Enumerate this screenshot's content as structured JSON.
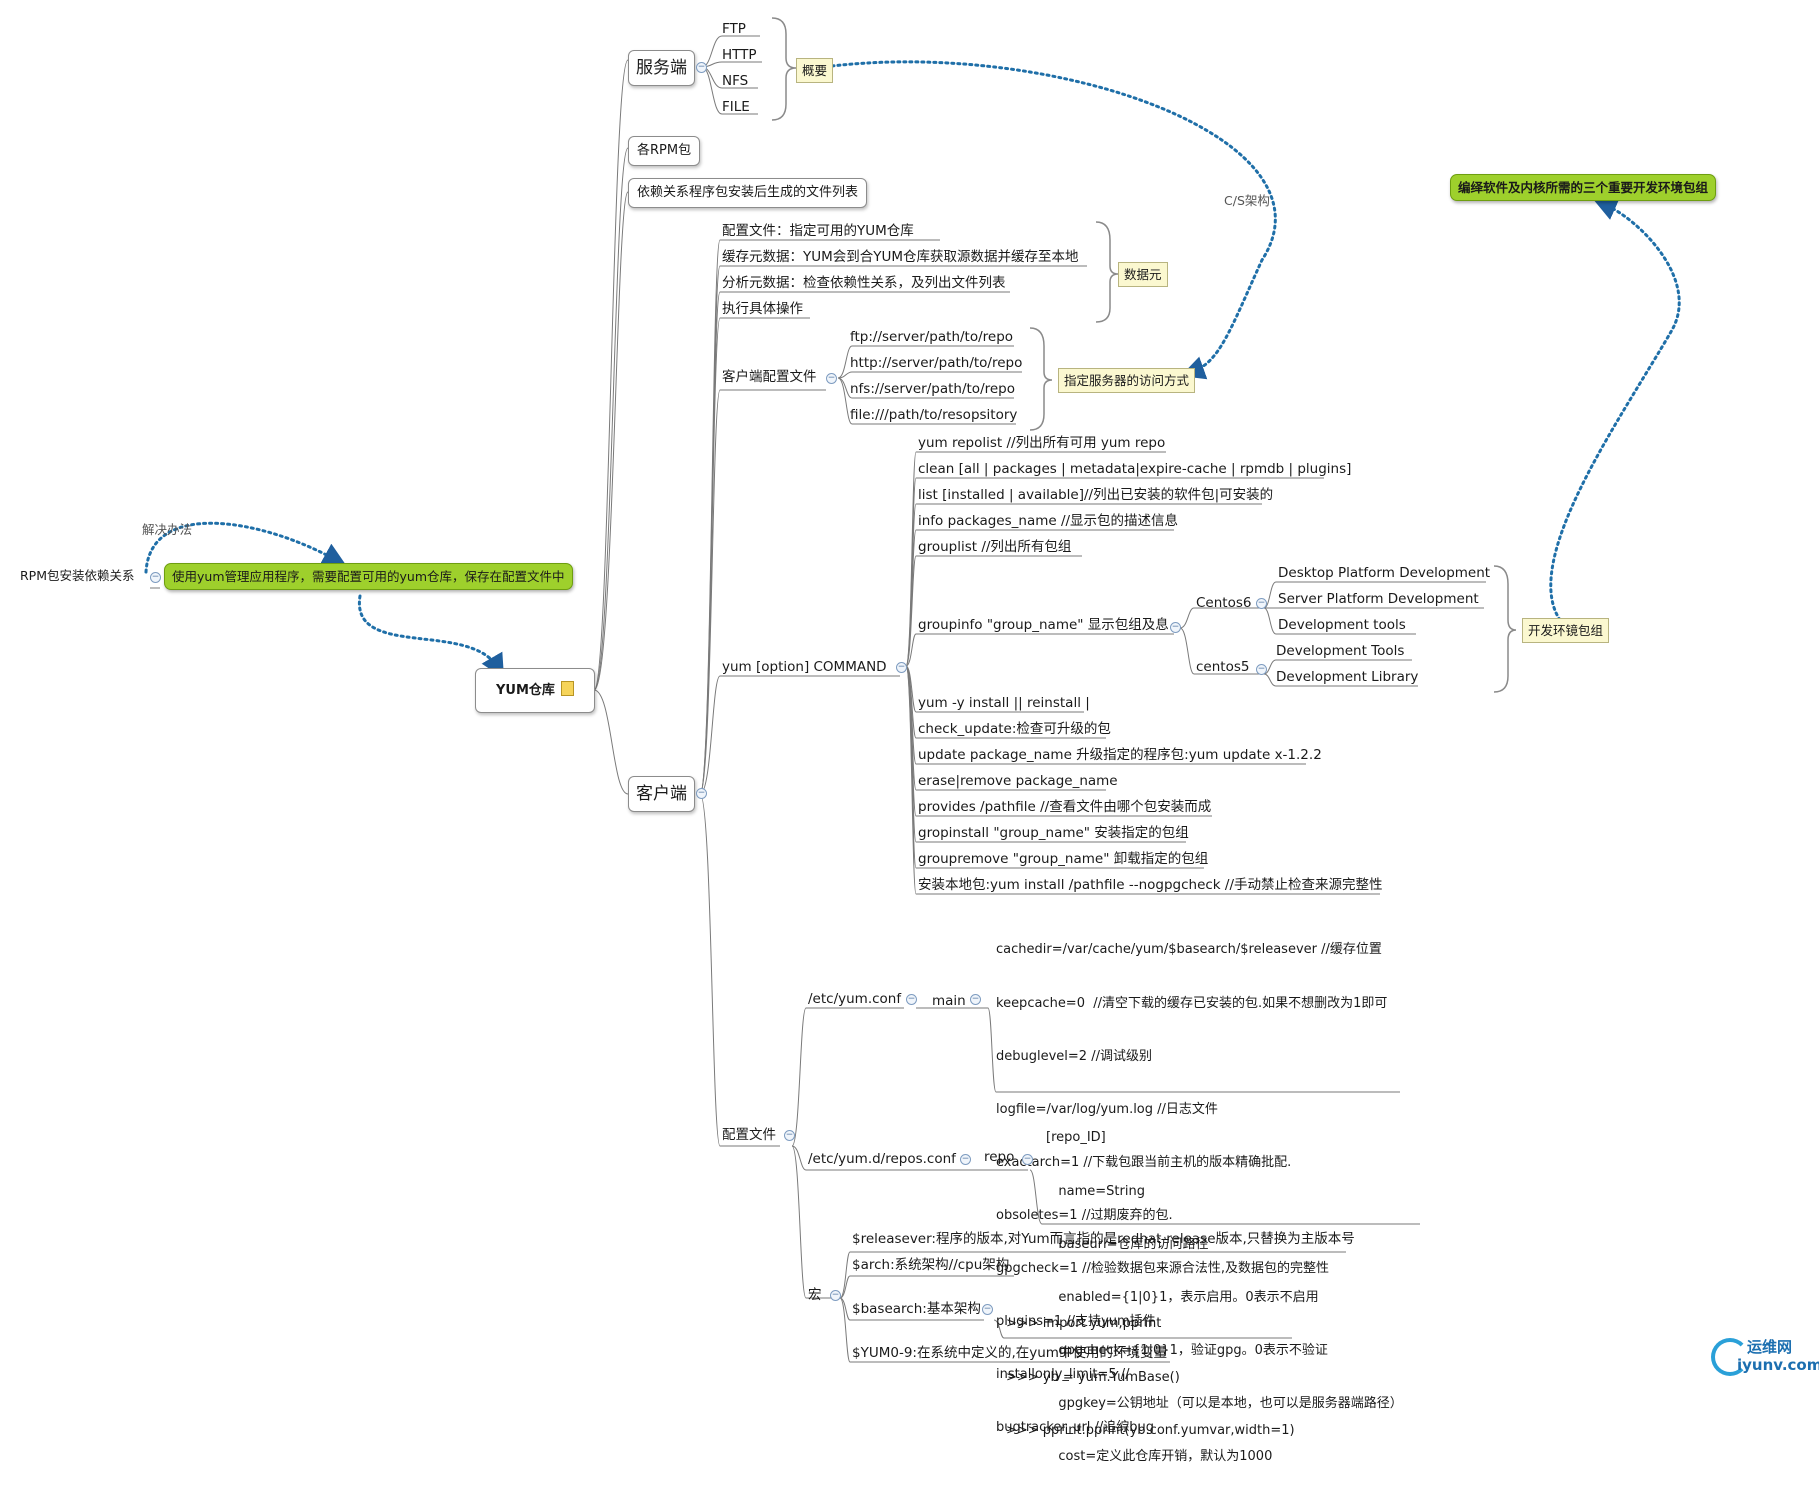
{
  "root": {
    "label": "YUM仓库"
  },
  "problem": {
    "label": "RPM包安装依赖关系",
    "solution_caption": "解决办法",
    "solution": "使用yum管理应用程序，需要配置可用的yum仓库，保存在配置文件中"
  },
  "server": {
    "label": "服务端",
    "protocols": [
      "FTP",
      "HTTP",
      "NFS",
      "FILE"
    ],
    "summary": "概要",
    "cs_caption": "C/S架构"
  },
  "rpm_packages": {
    "label": "各RPM包"
  },
  "file_list": {
    "label": "依赖关系程序包安装后生成的文件列表"
  },
  "client": {
    "label": "客户端",
    "metadata_items": [
      "配置文件：指定可用的YUM仓库",
      "缓存元数据：YUM会到合YUM仓库获取源数据并缓存至本地",
      "分析元数据：检查依赖性关系，及列出文件列表",
      "执行具体操作"
    ],
    "metadata_summary": "数据元",
    "client_config": {
      "label": "客户端配置文件",
      "urls": [
        "ftp://server/path/to/repo",
        "http://server/path/to/repo",
        "nfs://server/path/to/repo",
        "file:///path/to/resopsitory"
      ],
      "summary": "指定服务器的访问方式"
    },
    "command": {
      "label": "yum [option] COMMAND",
      "items": [
        "yum repolist //列出所有可用 yum repo",
        "clean [all | packages | metadata|expire-cache | rpmdb | plugins]",
        "list [installed | available]//列出已安装的软件包|可安装的",
        "info packages_name //显示包的描述信息",
        "grouplist  //列出所有包组",
        "groupinfo \"group_name\" 显示包组及息",
        "yum -y install  || reinstall |",
        "check_update:检查可升级的包",
        "update package_name 升级指定的程序包:yum update x-1.2.2",
        "erase|remove package_name",
        "provides /pathfile //查看文件由哪个包安装而成",
        "gropinstall \"group_name\" 安装指定的包组",
        "groupremove \"group_name\" 卸载指定的包组",
        "安装本地包:yum install /pathfile --nogpgcheck //手动禁止检查来源完整性"
      ],
      "centos6": {
        "label": "Centos6",
        "groups": [
          "Desktop Platform Development",
          "Server Platform Development",
          "Development tools"
        ]
      },
      "centos5": {
        "label": "centos5",
        "groups": [
          "Development Tools",
          "Development Library"
        ]
      },
      "devgroup_summary": "开发环镜包组",
      "devgroup_target": "编绎软件及内核所需的三个重要开发环境包组"
    },
    "config_files": {
      "label": "配置文件",
      "yum_conf": {
        "label": "/etc/yum.conf",
        "section": "main",
        "lines": [
          "cachedir=/var/cache/yum/$basearch/$releasever //缓存位置",
          "keepcache=0  //清空下载的缓存已安装的包.如果不想删改为1即可",
          "debuglevel=2 //调试级别",
          "logfile=/var/log/yum.log //日志文件",
          "exactarch=1 //下载包跟当前主机的版本精确批配.",
          "obsoletes=1 //过期废弃的包.",
          "gpgcheck=1 //检验数据包来源合法性,及数据包的完整性",
          "plugins=1 //支持yum插件",
          "installonly_limit=5 //",
          "bugtracker_url //追综bug"
        ]
      },
      "repos_conf": {
        "label": "/etc/yum.d/repos.conf",
        "section": "repo",
        "lines": [
          "[repo_ID]",
          "   name=String",
          "   baseurl=仓库的访问路径",
          "   enabled={1|0}1，表示启用。0表示不启用",
          "   gpgcheck={1|0}1，验证gpg。0表示不验证",
          "   gpgkey=公钥地址（可以是本地，也可以是服务器端路径）",
          "   cost=定义此仓库开销，默认为1000"
        ]
      },
      "macro": {
        "label": "宏",
        "releasever": "$releasever:程序的版本,对Yum而言指的是redhat-release版本,只替换为主版本号",
        "arch": "$arch:系统架构//cpu架构",
        "basearch": {
          "label": "$basearch:基本架构",
          "code": [
            ">>> import yum,pprint",
            ">>> yb = yum.YumBase()",
            ">>> pprint.pprint(yb.conf.yumvar,width=1)"
          ]
        },
        "yum09": "$YUM0-9:在系统中定义的,在yum中使用的环境变量"
      }
    }
  },
  "watermark": {
    "line1": "运维网",
    "line2": "iyunv.com"
  }
}
